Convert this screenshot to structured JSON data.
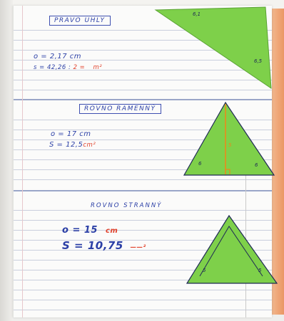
{
  "notebook": {
    "section_right_angle": {
      "heading": "PRAVO UHLY",
      "line1": "o = 2,17 cm",
      "line2_prefix": "s = 42,26 :",
      "line2_value": "2 = ",
      "line2_unit": "m²",
      "shape_labels": [
        "6,1",
        "6,5"
      ]
    },
    "section_isosceles": {
      "heading": "ROVNO RAMENNÝ",
      "line1": "o = 17 cm",
      "line2_prefix": "S = 12,5",
      "line2_unit": "cm²",
      "shape_labels": [
        "6",
        "6",
        "5"
      ]
    },
    "section_equilateral": {
      "heading": "ROVNO STRANNÝ",
      "line1_prefix": "o = 15",
      "line1_unit": "cm",
      "line2_prefix": "S = 10,75",
      "line2_unit": "——²",
      "shape_labels": [
        "5",
        "5"
      ]
    }
  },
  "colors": {
    "paper_green": "#7ed04a",
    "ink_blue": "#2b3fa6",
    "ink_red": "#e1402a",
    "ink_orange": "#e98a1c"
  }
}
